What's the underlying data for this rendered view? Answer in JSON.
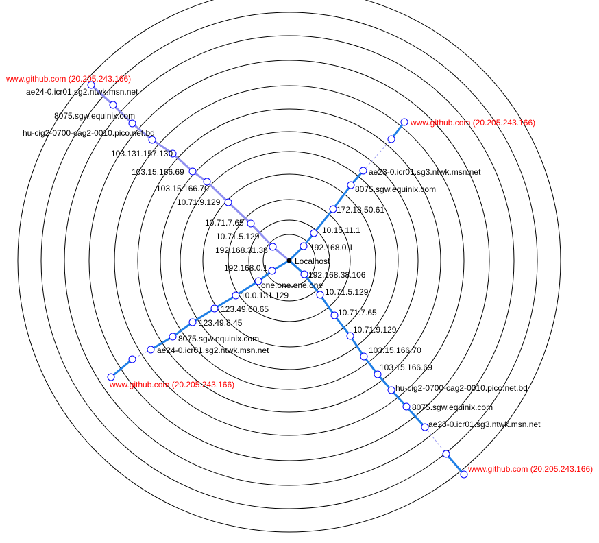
{
  "center": {
    "label": "Localhost"
  },
  "colors": {
    "ring": "#000000",
    "route_blue": "#1f7fe6",
    "route_purple": "#8f8ff0",
    "node_stroke": "#0000ff",
    "destination_label": "#ff0000"
  },
  "rings": 11,
  "routes": [
    {
      "name": "upper-left",
      "color": "#8f8ff0",
      "hops": [
        "192.168.31.38",
        "10.71.5.129",
        "10.71.7.65",
        "10.71.9.129",
        "103.15.166.70",
        "103.15.166.69",
        "103.131.157.130",
        "hu-cig2-0700-cag2-0010.pico.net.bd",
        "8075.sgw.equinix.com",
        "ae24-0.icr01.sg2.ntwk.msn.net",
        "www.github.com (20.205.243.166)"
      ]
    },
    {
      "name": "upper-right",
      "color": "#1f7fe6",
      "hops": [
        "192.168.0.1",
        "10.15.11.1",
        "172.18.50.61",
        "8075.sgw.equinix.com",
        "ae23-0.icr01.sg3.ntwk.msn.net",
        "",
        "www.github.com (20.205.243.166)"
      ]
    },
    {
      "name": "lower-left",
      "color": "#1f7fe6",
      "hops": [
        "192.168.0.1",
        "one.one.one.one",
        "10.0.131.129",
        "123.49.60.65",
        "123.49.8.45",
        "8075.sgw.equinix.com",
        "ae24-0.icr01.sg2.ntwk.msn.net",
        "",
        "www.github.com (20.205.243.166)"
      ]
    },
    {
      "name": "lower-right",
      "color": "#1f7fe6",
      "hops": [
        "192.168.38.106",
        "10.71.5.129",
        "10.71.7.65",
        "10.71.9.129",
        "103.15.166.70",
        "103.15.166.69",
        "hu-cig2-0700-cag2-0010.pico.net.bd",
        "8075.sgw.equinix.com",
        "ae23-0.icr01.sg3.ntwk.msn.net",
        "",
        "www.github.com (20.205.243.166)"
      ]
    }
  ]
}
